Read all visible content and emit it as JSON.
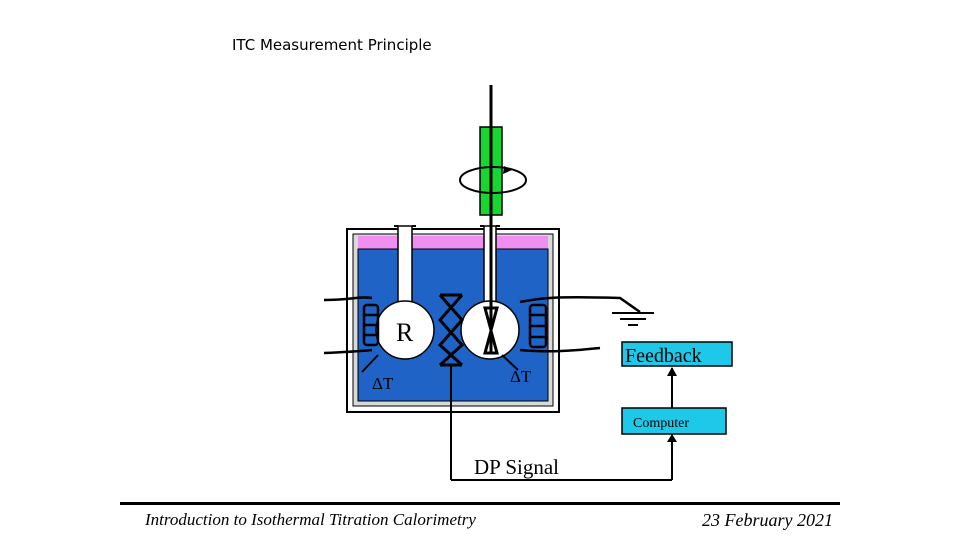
{
  "slide": {
    "title": "ITC Measurement Principle"
  },
  "diagram": {
    "reference_cell_label": "R",
    "delta_t_left": "ΔT",
    "delta_t_right": "ΔT",
    "feedback_label": "Feedback",
    "computer_label": "Computer",
    "dp_signal_label": "DP Signal",
    "colors": {
      "jacket_blue": "#1f63c6",
      "insulation_pink": "#f08ef2",
      "stirrer_green": "#17d630",
      "box_cyan": "#1ec8e8",
      "wire": "#000000"
    }
  },
  "footer": {
    "presentation_title": "Introduction to Isothermal Titration Calorimetry",
    "date": "23 February 2021"
  }
}
